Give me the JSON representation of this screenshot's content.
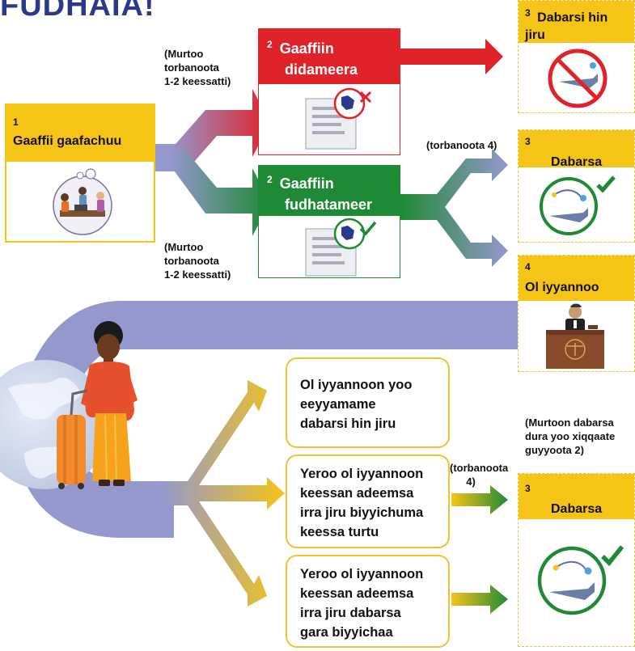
{
  "title": "FUDHAIA!",
  "start_box": {
    "num": "1",
    "label": "Gaaffii gaafachuu"
  },
  "reject_box": {
    "num": "2",
    "label_l1": "Gaaffiin",
    "label_l2": "didameera"
  },
  "accept_box": {
    "num": "2",
    "label_l1": "Gaaffiin",
    "label_l2": "fudhatameer"
  },
  "note_top": [
    "(Murtoo",
    "torbanoota",
    "1-2 keessatti)"
  ],
  "note_bottom": [
    "(Murtoo",
    "torbanoota",
    "1-2 keessatti)"
  ],
  "note_weeks4": "(torbanoota 4)",
  "right_top": {
    "num": "3",
    "label_l1": "Dabarsi hin",
    "label_l2": "jiru"
  },
  "right_transfer": {
    "num": "3",
    "label": "Dabarsa"
  },
  "right_appeal": {
    "num": "4",
    "label": "Ol iyyannoo"
  },
  "options": [
    [
      "Ol iyyannoon yoo",
      "eeyyamame",
      "dabarsi hin jiru"
    ],
    [
      "Yeroo ol iyyannoon",
      "keessan adeemsa",
      "irra jiru biyyichuma",
      "keessa turtu"
    ],
    [
      "Yeroo ol iyyannoon",
      "keessan adeemsa",
      "irra jiru dabarsa",
      "gara biyyichaa"
    ]
  ],
  "note_weeks4_b": [
    "(torbanoota",
    "4)"
  ],
  "note_right_bottom": [
    "(Murtoon dabarsa",
    "dura yoo xiqqaate",
    "guyyoota 2)"
  ],
  "final_box": {
    "num": "3",
    "label": "Dabarsa"
  },
  "colors": {
    "red": "#e0222b",
    "green": "#1e8a35",
    "yellow": "#f6c417",
    "lavender": "#9498cd"
  }
}
